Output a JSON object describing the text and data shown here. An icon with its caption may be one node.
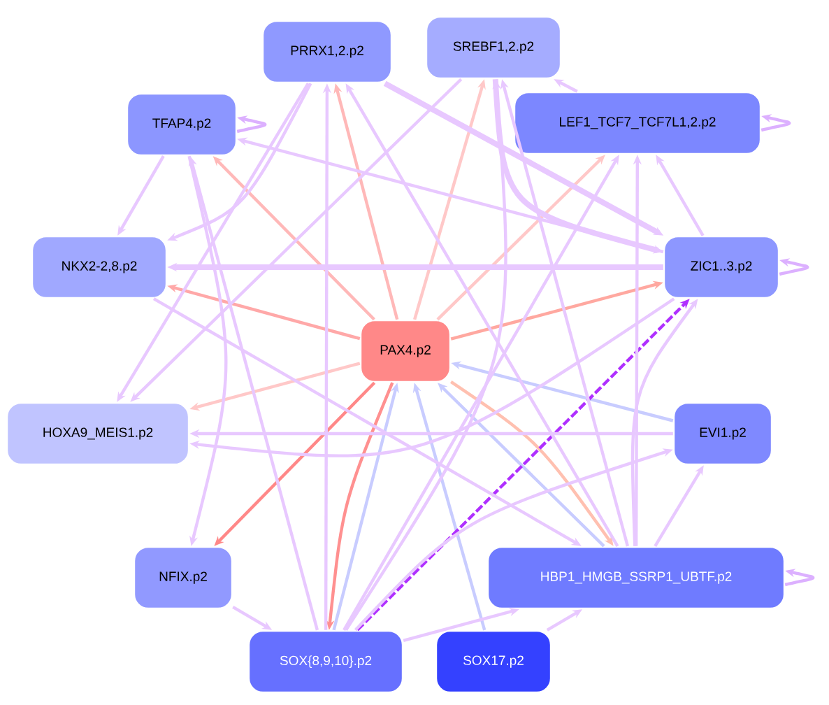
{
  "diagram": {
    "nodes": [
      {
        "text": [
          "PRRX1,2.p2"
        ]
      },
      {
        "text": [
          "SREBF1,2.p2"
        ]
      },
      {
        "text": [
          "TFAP4.p2"
        ]
      },
      {
        "text": [
          "LEF1_TCF7_TCF7L1,2.p2"
        ]
      },
      {
        "text": [
          "NKX2-2,8.p2"
        ]
      },
      {
        "text": [
          "ZIC1..3.p2"
        ]
      },
      {
        "text": [
          "PAX4.p2"
        ]
      },
      {
        "text": [
          "HOXA9_MEIS1.p2"
        ]
      },
      {
        "text": [
          "EVI1.p2"
        ]
      },
      {
        "text": [
          "NFIX.p2"
        ]
      },
      {
        "text": [
          "HBP1_HMGB_SSRP1_UBTF.p2"
        ]
      },
      {
        "text": [
          "SOX{8,9,10}.p2"
        ]
      },
      {
        "text": [
          "SOX17.p2"
        ]
      }
    ],
    "edges": [
      {
        "from": 6,
        "to": 0,
        "arrow": "to",
        "color": "#ffb8b8"
      },
      {
        "from": 6,
        "to": 2,
        "arrow": "to",
        "color": "#ffb8b8"
      },
      {
        "from": 6,
        "to": 4,
        "arrow": "to",
        "color": "#ffa8a8"
      },
      {
        "from": 6,
        "to": 1,
        "arrow": "to",
        "color": "#ffc8c8"
      },
      {
        "from": 6,
        "to": 3,
        "arrow": "to",
        "color": "#ffc8c8"
      },
      {
        "from": 6,
        "to": 5,
        "arrow": "to",
        "color": "#ffa8a0"
      },
      {
        "from": 6,
        "to": 7,
        "arrow": "to",
        "color": "#ffc8c8"
      },
      {
        "from": 6,
        "to": 9,
        "arrow": "to",
        "color": "#ff8888"
      },
      {
        "from": 6,
        "to": 11,
        "arrow": "to",
        "color": "#ff9090"
      },
      {
        "from": 6,
        "to": 10,
        "arrow": "to",
        "color": "#ffc0b0"
      },
      {
        "from": 8,
        "to": 6,
        "arrow": "to",
        "color": "#c8ccff"
      },
      {
        "from": 11,
        "to": 6,
        "arrow": "to",
        "color": "#c8ccff"
      },
      {
        "from": 12,
        "to": 6,
        "arrow": "to",
        "color": "#c8ccff"
      },
      {
        "from": 10,
        "to": 6,
        "arrow": "to",
        "color": "#c8ccff"
      },
      {
        "from": 11,
        "to": 5,
        "arrow": "to",
        "style": "dashed",
        "color": "#b030ff"
      },
      {
        "from": 2,
        "to": 2,
        "arrow": "to"
      },
      {
        "from": 3,
        "to": 3,
        "arrow": "to"
      },
      {
        "from": 5,
        "to": 5,
        "arrow": "to"
      },
      {
        "from": 10,
        "to": 10,
        "arrow": "to"
      },
      {
        "from": 2,
        "to": 4,
        "arrow": "to"
      },
      {
        "from": 0,
        "to": 4,
        "arrow": "to"
      },
      {
        "from": 5,
        "to": 4,
        "arrow": "to",
        "style": "thick"
      },
      {
        "from": 5,
        "to": 2,
        "arrow": "to"
      },
      {
        "from": 9,
        "to": 11,
        "arrow": "to"
      },
      {
        "from": 11,
        "to": 2,
        "arrow": "to"
      },
      {
        "from": 11,
        "to": 0,
        "arrow": "to"
      },
      {
        "from": 10,
        "to": 0,
        "arrow": "to"
      },
      {
        "from": 10,
        "to": 1,
        "arrow": "to"
      },
      {
        "from": 10,
        "to": 3,
        "arrow": "to"
      },
      {
        "from": 10,
        "to": 5,
        "arrow": "to"
      },
      {
        "from": 10,
        "to": 8,
        "arrow": "to"
      },
      {
        "from": 12,
        "to": 10,
        "arrow": "to"
      },
      {
        "from": 11,
        "to": 10,
        "arrow": "to"
      },
      {
        "from": 5,
        "to": 3,
        "arrow": "to"
      },
      {
        "from": 3,
        "to": 1,
        "arrow": "to"
      },
      {
        "from": 8,
        "to": 7,
        "arrow": "to"
      },
      {
        "from": 11,
        "to": 1,
        "arrow": "to"
      },
      {
        "from": 11,
        "to": 8,
        "arrow": "to"
      },
      {
        "from": 2,
        "to": 9,
        "arrow": "to"
      },
      {
        "from": 1,
        "to": 5,
        "arrow": "to",
        "style": "thick"
      },
      {
        "from": 0,
        "to": 5,
        "arrow": "to",
        "style": "thick"
      },
      {
        "from": 0,
        "to": 7,
        "arrow": "to"
      },
      {
        "from": 1,
        "to": 7,
        "arrow": "to"
      },
      {
        "from": 5,
        "to": 7,
        "arrow": "to"
      },
      {
        "from": 4,
        "to": 10,
        "arrow": "to"
      },
      {
        "from": 11,
        "to": 3,
        "arrow": "to"
      }
    ]
  }
}
